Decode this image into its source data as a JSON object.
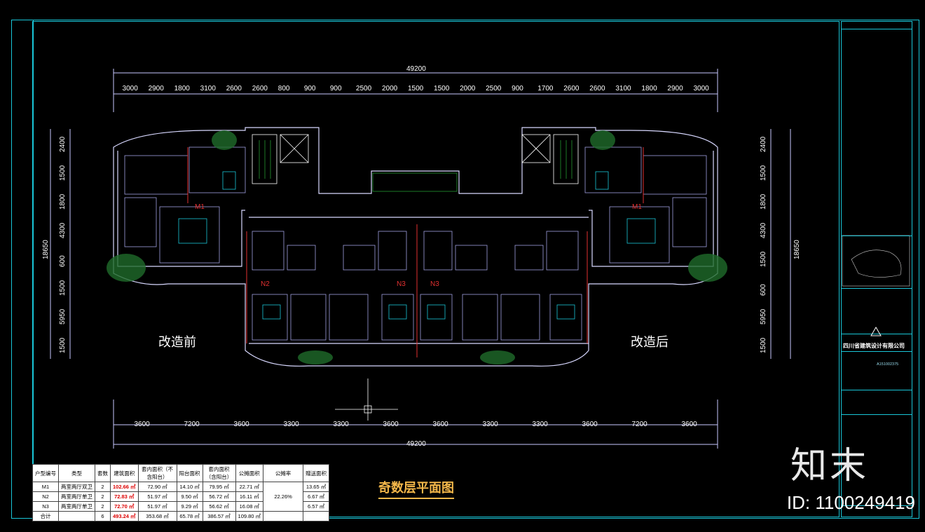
{
  "top_dims": {
    "total": "49200",
    "segments": [
      "3000",
      "2900",
      "1800",
      "3100",
      "2600",
      "2600",
      "800",
      "900",
      "900",
      "2500",
      "2000",
      "1500",
      "1500",
      "2000",
      "2500",
      "900",
      "1700",
      "2600",
      "2600",
      "3100",
      "1800",
      "2900",
      "3000"
    ]
  },
  "bottom_dims": {
    "total": "49200",
    "segments": [
      "3600",
      "7200",
      "3600",
      "3300",
      "3300",
      "3600",
      "3600",
      "3300",
      "3300",
      "3600",
      "7200",
      "3600"
    ]
  },
  "left_dims": {
    "total": "18650",
    "segments": [
      "2400",
      "1500",
      "1800",
      "4300",
      "600",
      "1500",
      "5950",
      "1500"
    ]
  },
  "right_dims": {
    "total": "18650",
    "segments": [
      "2400",
      "1500",
      "1800",
      "4300",
      "1500",
      "600",
      "5950",
      "1500"
    ]
  },
  "labels": {
    "before": "改造前",
    "after": "改造后",
    "plan_title": "奇数层平面图"
  },
  "unit_tags": {
    "m1_left": "M1",
    "m1_right": "M1",
    "n2": "N2",
    "n3a": "N3",
    "n3b": "N3"
  },
  "table": {
    "headers": [
      "户型编号",
      "类型",
      "套数",
      "建筑面积",
      "套内面积（不含阳台）",
      "阳台面积",
      "套内面积（含阳台）",
      "公摊面积",
      "公摊率",
      "赠送面积"
    ],
    "rows": [
      [
        "M1",
        "两室两厅双卫",
        "2",
        "102.66 ㎡",
        "72.90 ㎡",
        "14.10 ㎡",
        "79.95 ㎡",
        "22.71 ㎡",
        "",
        "13.65 ㎡"
      ],
      [
        "N2",
        "两室两厅单卫",
        "2",
        "72.83 ㎡",
        "51.97 ㎡",
        "9.50 ㎡",
        "56.72 ㎡",
        "16.11 ㎡",
        "22.26%",
        "6.67 ㎡"
      ],
      [
        "N3",
        "两室两厅单卫",
        "2",
        "72.70 ㎡",
        "51.97 ㎡",
        "9.29 ㎡",
        "56.62 ㎡",
        "16.08 ㎡",
        "",
        "6.57 ㎡"
      ],
      [
        "合计",
        "",
        "6",
        "493.24 ㎡",
        "353.68 ㎡",
        "65.78 ㎡",
        "386.57 ㎡",
        "109.80 ㎡",
        "",
        ""
      ]
    ]
  },
  "title_block": {
    "company": "四川省建筑设计有限公司",
    "cert_code": "A151002375"
  },
  "watermark_id": "ID: 1100249419",
  "logo_text": "知末",
  "colors": {
    "frame": "#19c6d8",
    "wall": "#c8c8ff",
    "red": "#e23030",
    "green": "#2ecc40"
  }
}
